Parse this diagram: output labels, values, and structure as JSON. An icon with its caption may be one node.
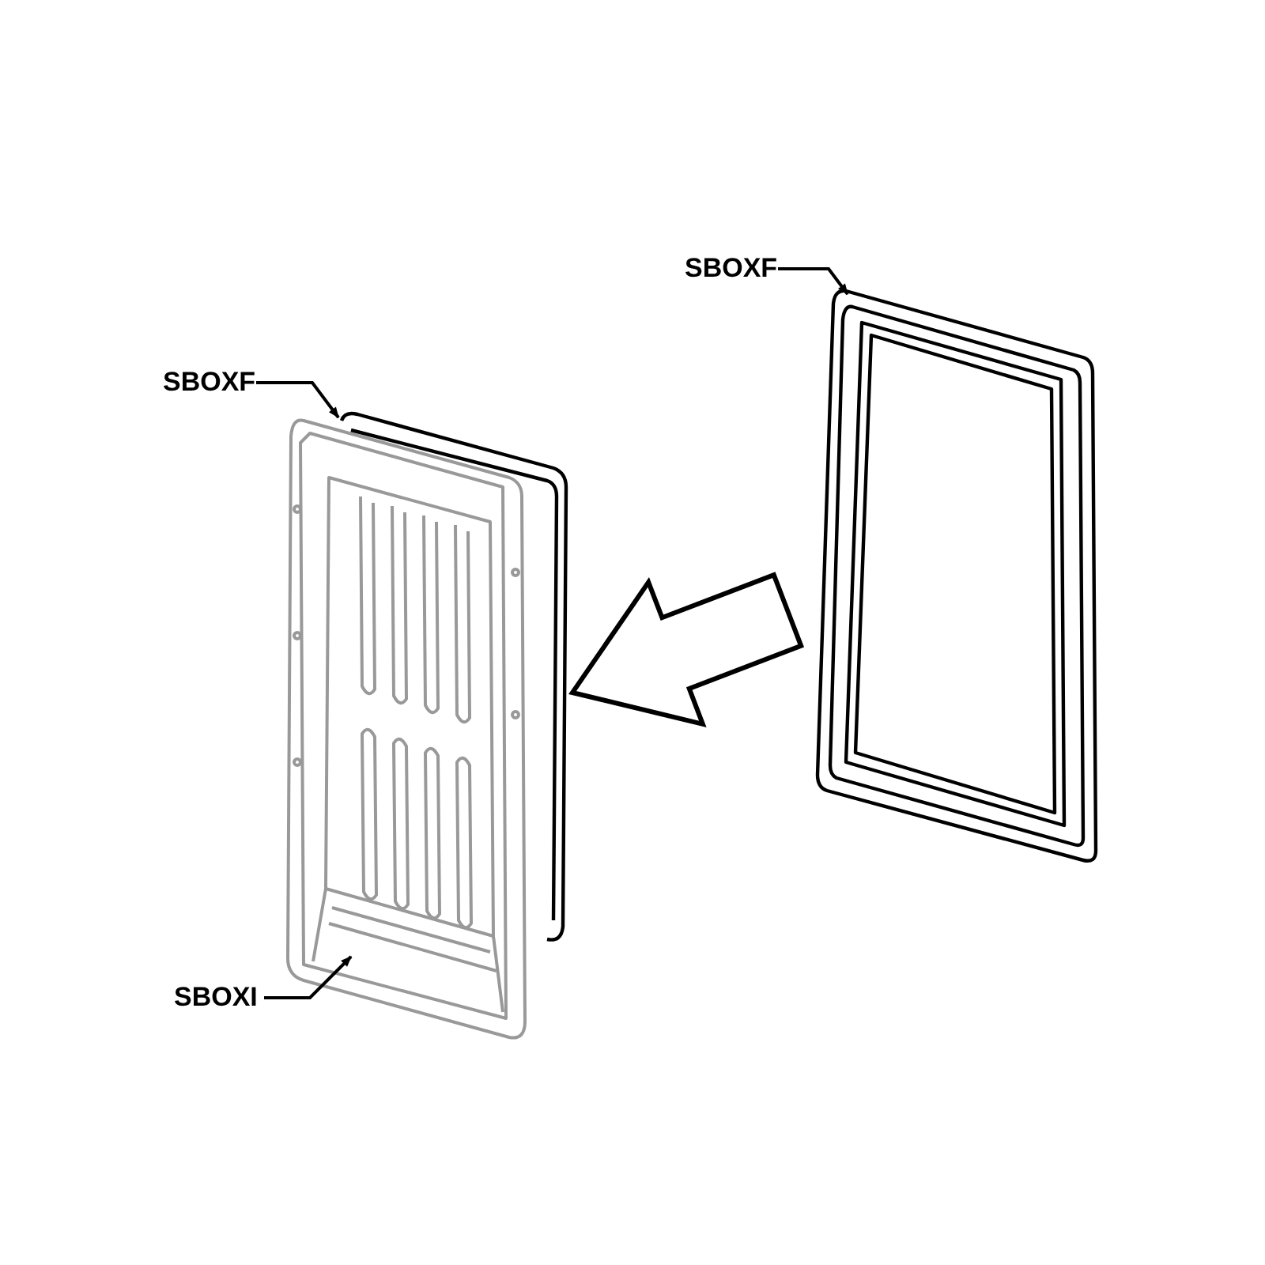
{
  "diagram": {
    "nodes": [
      {
        "text": [
          "SBOXF"
        ]
      },
      {
        "text": [],
        "shape": "picture"
      },
      {
        "text": [
          "SBOXF"
        ]
      },
      {
        "text": [],
        "shape": "picture"
      },
      {
        "text": [
          "SBOXI"
        ]
      },
      {
        "text": [],
        "shape": "picture"
      }
    ],
    "edges": [
      {
        "from": 0,
        "to": 1,
        "arrow": "to"
      },
      {
        "from": 2,
        "to": 3,
        "arrow": "to"
      },
      {
        "from": 1,
        "to": 5,
        "arrow": "to",
        "style": "thick"
      },
      {
        "from": 4,
        "to": 5,
        "arrow": "to"
      }
    ]
  }
}
